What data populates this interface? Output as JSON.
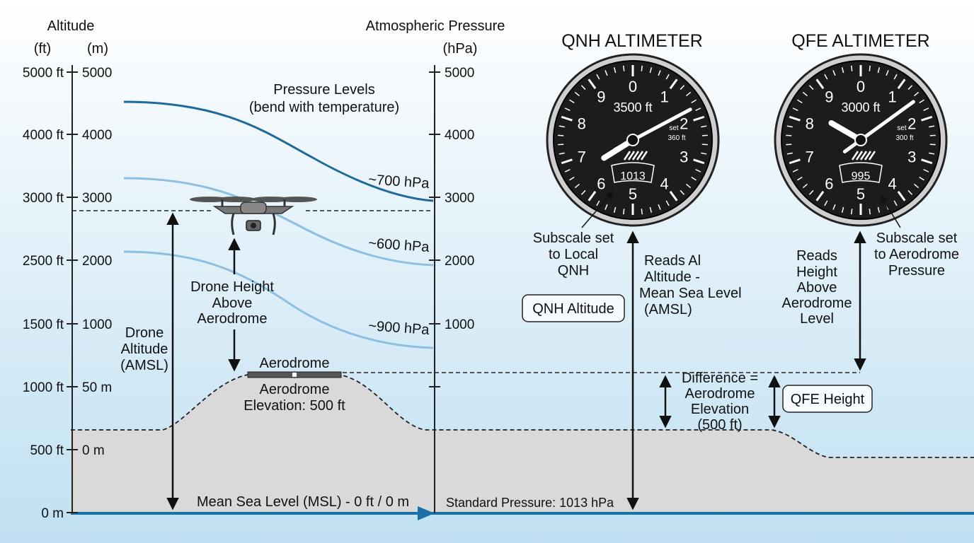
{
  "left_axis": {
    "title": "Altitude",
    "unit_ft": "(ft)",
    "unit_m": "(m)",
    "ft_ticks": [
      "5000 ft",
      "4000 ft",
      "3000 ft",
      "2500 ft",
      "1500 ft",
      "1000 ft",
      "500 ft",
      "0 m"
    ],
    "m_ticks": [
      "5000",
      "4000",
      "3000",
      "2000",
      "1000",
      "50 m",
      "0 m"
    ]
  },
  "right_axis": {
    "title": "Atmospheric Pressure",
    "unit": "(hPa)",
    "ticks": [
      "5000",
      "4000",
      "3000",
      "2000",
      "1000"
    ]
  },
  "pressure_levels": {
    "title_line1": "Pressure Levels",
    "title_line2": "(bend with temperature)",
    "labels": [
      "~700 hPa",
      "~600 hPa",
      "~900 hPa"
    ]
  },
  "drone": {
    "height_label": [
      "Drone Height",
      "Above",
      "Aerodrome"
    ],
    "altitude_label": [
      "Drone",
      "Altitude",
      "(AMSL)"
    ]
  },
  "aerodrome": {
    "name": "Aerodrome",
    "elevation_line1": "Aerodrome",
    "elevation_line2": "Elevation: 500 ft"
  },
  "msl_label": "Mean Sea Level (MSL) - 0 ft / 0 m",
  "standard_pressure": "Standard Pressure: 1013 hPa",
  "qnh": {
    "title": "QNH ALTIMETER",
    "readout": "3500 ft",
    "subscale": "1013",
    "set_label": "set",
    "set_value": "360 ft",
    "subscale_note": [
      "Subscale set",
      "to Local",
      "QNH"
    ],
    "badge": "QNH Altitude",
    "reads": [
      "Reads Al",
      "Altitude -",
      "Mean Sea Level",
      "(AMSL)"
    ]
  },
  "qfe": {
    "title": "QFE ALTIMETER",
    "readout": "3000 ft",
    "subscale": "995",
    "set_label": "set",
    "set_value": "300 ft",
    "subscale_note": [
      "Subscale set",
      "to Aerodrome",
      "Pressure"
    ],
    "badge": "QFE Height",
    "reads": [
      "Reads",
      "Height",
      "Above",
      "Aerodrome",
      "Level"
    ]
  },
  "difference": [
    "Difference =",
    "Aerodrome",
    "Elevation",
    "(500 ft)"
  ],
  "dial_numbers": [
    "0",
    "1",
    "2",
    "3",
    "4",
    "5",
    "6",
    "7",
    "8",
    "9"
  ],
  "colors": {
    "sky_top": "#ffffff",
    "sky_bottom": "#bfe0f2",
    "ground": "#d9d9d9",
    "msl_line": "#1d6fa8",
    "pressure_dark": "#1f6a9a",
    "pressure_light": "#8cbfe0"
  }
}
